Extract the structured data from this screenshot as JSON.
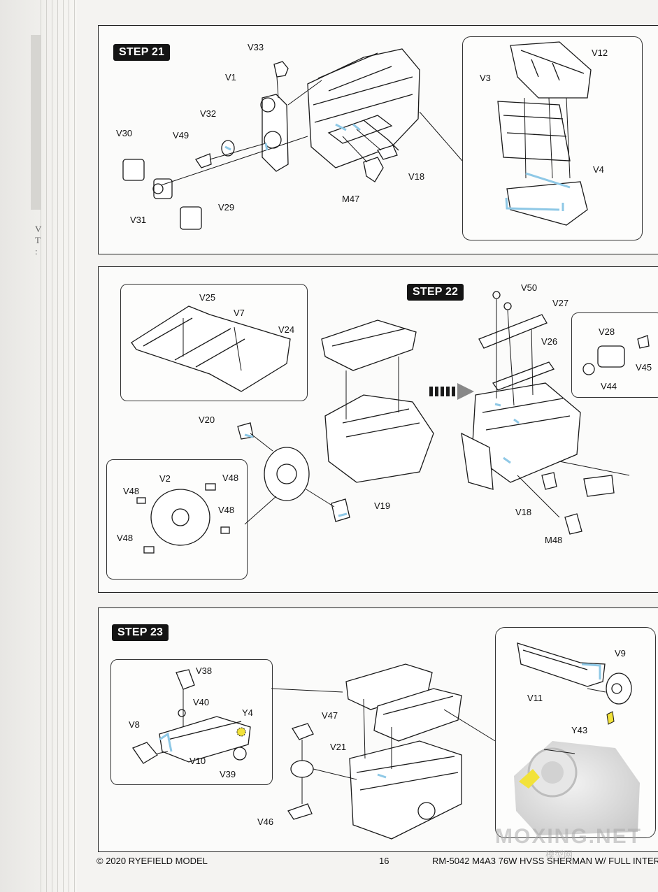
{
  "colors": {
    "accent_blue": "#8ec8e6",
    "glue_yellow": "#f2e23a",
    "ink": "#1a1a1a"
  },
  "edge_text": [
    "V",
    "T",
    ":"
  ],
  "step21": {
    "title": "STEP 21",
    "labels": {
      "V33": "V33",
      "V1": "V1",
      "V32": "V32",
      "V30": "V30",
      "V49": "V49",
      "V31": "V31",
      "V29": "V29",
      "M47": "M47",
      "V18": "V18",
      "V12": "V12",
      "V3": "V3",
      "V4": "V4"
    }
  },
  "step22": {
    "title": "STEP 22",
    "labels": {
      "V25": "V25",
      "V7": "V7",
      "V24": "V24",
      "V20": "V20",
      "V2": "V2",
      "V48a": "V48",
      "V48b": "V48",
      "V48c": "V48",
      "V48d": "V48",
      "V19": "V19",
      "V50": "V50",
      "V27": "V27",
      "V26": "V26",
      "V28": "V28",
      "V45": "V45",
      "V44": "V44",
      "V18": "V18",
      "M48": "M48"
    }
  },
  "step23": {
    "title": "STEP 23",
    "labels": {
      "V38": "V38",
      "V40": "V40",
      "Y4": "Y4",
      "V8": "V8",
      "V10": "V10",
      "V39": "V39",
      "V47": "V47",
      "V21": "V21",
      "V46": "V46",
      "V11": "V11",
      "V9": "V9",
      "Y43": "Y43"
    }
  },
  "footer": {
    "copyright": "© 2020 RYEFIELD MODEL",
    "page_number": "16",
    "product": "RM-5042  M4A3 76W HVSS SHERMAN W/ FULL INTERI"
  },
  "watermark": {
    "text": "MOXING.NET",
    "sub": "模型网"
  }
}
